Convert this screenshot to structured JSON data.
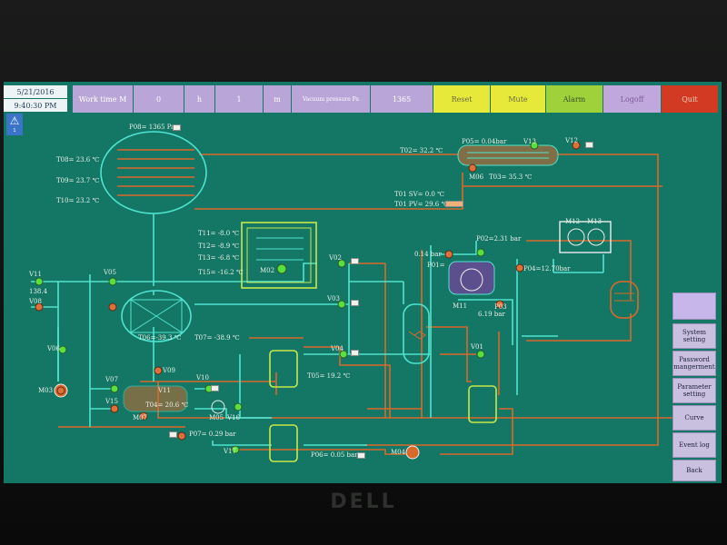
{
  "header": {
    "date": "5/21/2016",
    "time": "9:40:30 PM",
    "work_time_label": "Work time M",
    "work_time_value": "0",
    "unit_h": "h",
    "unit_value": "1",
    "unit_m": "m",
    "vacuum_label": "Vacuum pressure Pa",
    "vacuum_value": "1365",
    "reset": "Reset",
    "mute": "Mute",
    "alarm": "Alarm",
    "logoff": "Logoff",
    "quit": "Quit",
    "warning_small": "1"
  },
  "colors": {
    "screen_bg": "#147766",
    "pipe_cyan": "#4fe3cf",
    "pipe_orange": "#d9692b",
    "reset_yellow": "#e6e83a",
    "alarm_green": "#9fd23a",
    "quit_red": "#d23a24"
  },
  "readings": {
    "p08": "P08= 1365 Pa",
    "t08": "T08= 23.6 ℃",
    "t09": "T09= 23.7 ℃",
    "t10": "T10= 23.2 ℃",
    "t02": "T02= 32.2 ℃",
    "p05": "P05= 0.04bar",
    "v13": "V13",
    "v12": "V12",
    "m06": "M06",
    "t03": "T03= 35.3 ℃",
    "t01sv": "T01 SV= 0.0 ℃",
    "t01pv": "T01 PV= 29.6 ℃",
    "t11": "T11= -8.0 ℃",
    "t12": "T12= -8.9 ℃",
    "t13": "T13= -6.8 ℃",
    "t15": "T15= -16.2 ℃",
    "m02": "M02",
    "v02": "V02",
    "p01_bar": "0.14 bar",
    "p01": "P01=",
    "p02": "P02=2.31 bar",
    "m12": "M12",
    "m13": "M13",
    "p04": "P04=12.70bar",
    "m11": "M11",
    "p03": "P03",
    "p03_bar": "6.19 bar",
    "v11": "V11",
    "v11_val": "138.4",
    "v05": "V05",
    "v08": "V08",
    "v06": "V06",
    "m03": "M03",
    "v03": "V03",
    "t06": "T06=-39.3 ℃",
    "t07": "T07= -38.9 ℃",
    "v04": "V04",
    "t05": "T05= 19.2 ℃",
    "v01": "V01",
    "v09": "V09",
    "v07": "V07",
    "v14": "V11",
    "v10": "V10",
    "v15": "V15",
    "t04": "T04= 20.6 ℃",
    "m07": "M07",
    "m05": "M05",
    "v16": "V16",
    "p07": "P07= 0.29 bar",
    "v17": "V17",
    "p06": "P06= 0.05 bar",
    "m04": "M04"
  },
  "sidebar": {
    "system": "System setting",
    "password": "Password mangerment",
    "parameter": "Parameter setting",
    "curve": "Curve",
    "event": "Event log",
    "back": "Back"
  },
  "brand": "DELL"
}
